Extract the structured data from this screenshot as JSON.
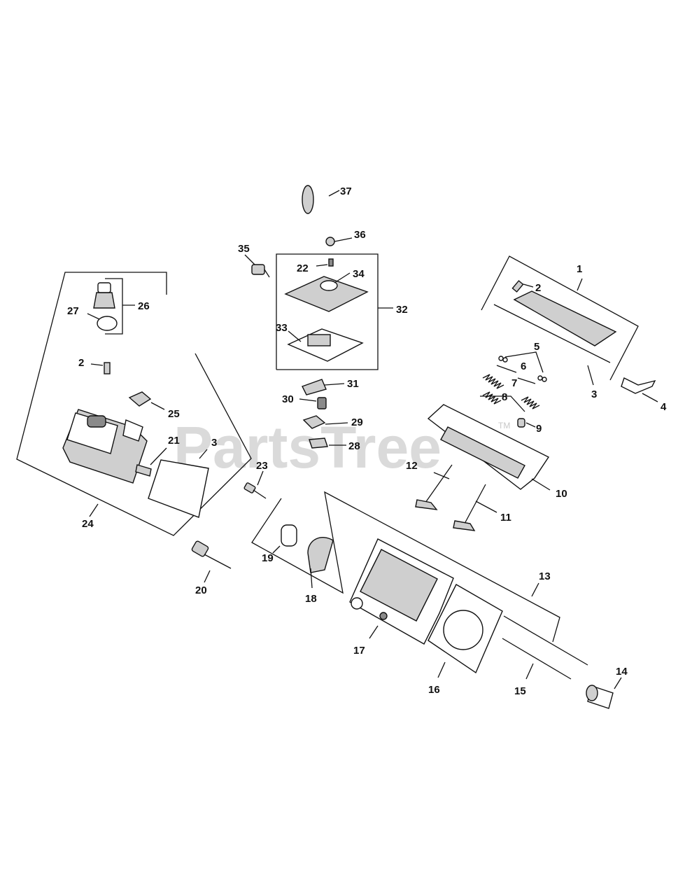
{
  "watermark": {
    "text": "PartsTree",
    "tm": "TM"
  },
  "callouts": {
    "c1": "1",
    "c2a": "2",
    "c2b": "2",
    "c3a": "3",
    "c3b": "3",
    "c4": "4",
    "c5": "5",
    "c6": "6",
    "c7": "7",
    "c8": "8",
    "c9": "9",
    "c10": "10",
    "c11": "11",
    "c12": "12",
    "c13": "13",
    "c14": "14",
    "c15": "15",
    "c16": "16",
    "c17": "17",
    "c18": "18",
    "c19": "19",
    "c20": "20",
    "c21": "21",
    "c22": "22",
    "c23": "23",
    "c24": "24",
    "c25": "25",
    "c26": "26",
    "c27": "27",
    "c28": "28",
    "c29": "29",
    "c30": "30",
    "c31": "31",
    "c32": "32",
    "c33": "33",
    "c34": "34",
    "c35": "35",
    "c36": "36",
    "c37": "37"
  }
}
